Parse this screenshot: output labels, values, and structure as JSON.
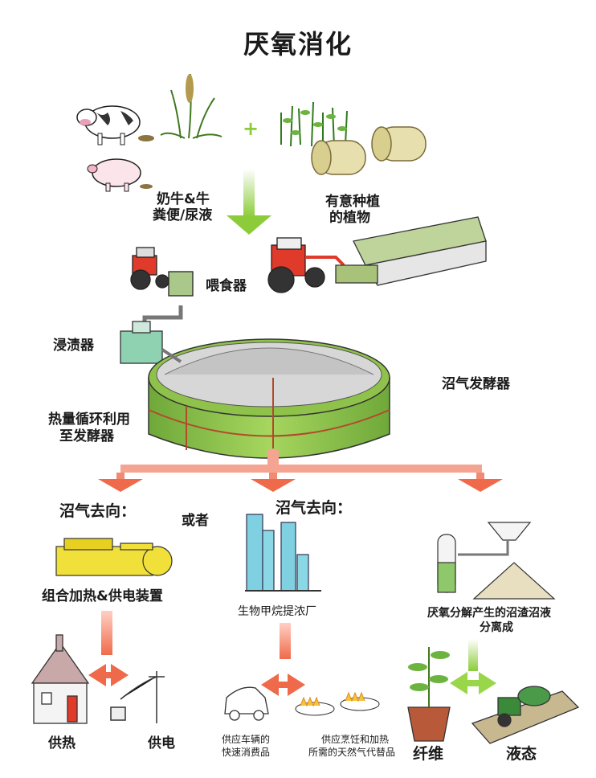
{
  "title": "厌氧消化",
  "inputs": {
    "manure": [
      "奶牛&牛",
      "粪便/尿液"
    ],
    "plus": "+",
    "crops": [
      "有意种植",
      "的植物"
    ]
  },
  "process": {
    "feeder": "喂食器",
    "macerator": "浸渍器",
    "digester": "沼气发酵器",
    "heat_recycle": [
      "热量循环利用",
      "至发酵器"
    ]
  },
  "outputs": {
    "biogas_use_left": "沼气去向：",
    "or": "或者",
    "biogas_use_right": "沼气去向：",
    "chp": "组合加热&供电装置",
    "upgrade": "生物甲烷提浓厂",
    "separation": [
      "厌氧分解产生的沼渣沼液",
      "分离成"
    ]
  },
  "end_uses": {
    "heat": "供热",
    "power": "供电",
    "vehicle": [
      "供应车辆的",
      "快速消费品"
    ],
    "gas_sub": [
      "供应烹饪和加热",
      "所需的天然气代替品"
    ],
    "fibre": "纤维",
    "liquor": "液态"
  },
  "colors": {
    "green_arrow": "#9acd4a",
    "red_arrow": "#f06a4a",
    "digester_green": "#8fc24a"
  }
}
